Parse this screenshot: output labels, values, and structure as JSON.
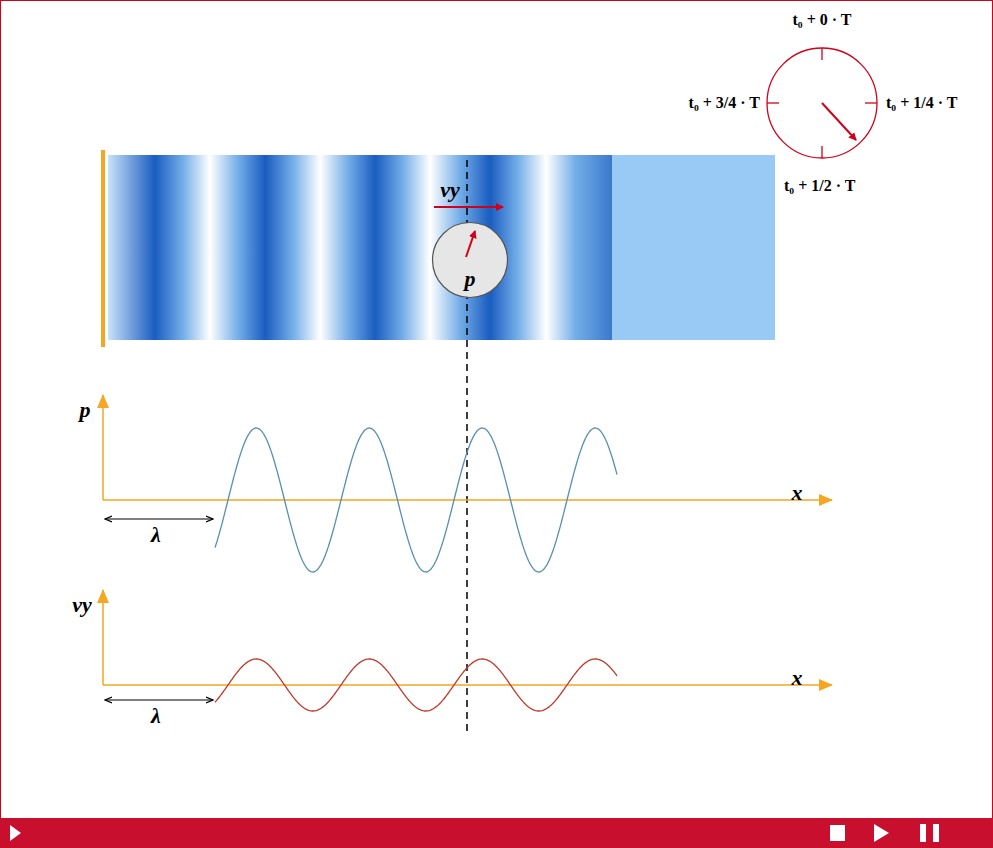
{
  "diagram": {
    "nodes": [
      {
        "text": [
          "p"
        ]
      }
    ],
    "labels": [
      "t₀ + 0 · T",
      "t₀ + 3/4 · T",
      "t₀ + 1/4 · T",
      "t₀ + 1/2 · T",
      "vy",
      "p",
      "x",
      "λ",
      "vy",
      "x",
      "λ"
    ]
  }
}
